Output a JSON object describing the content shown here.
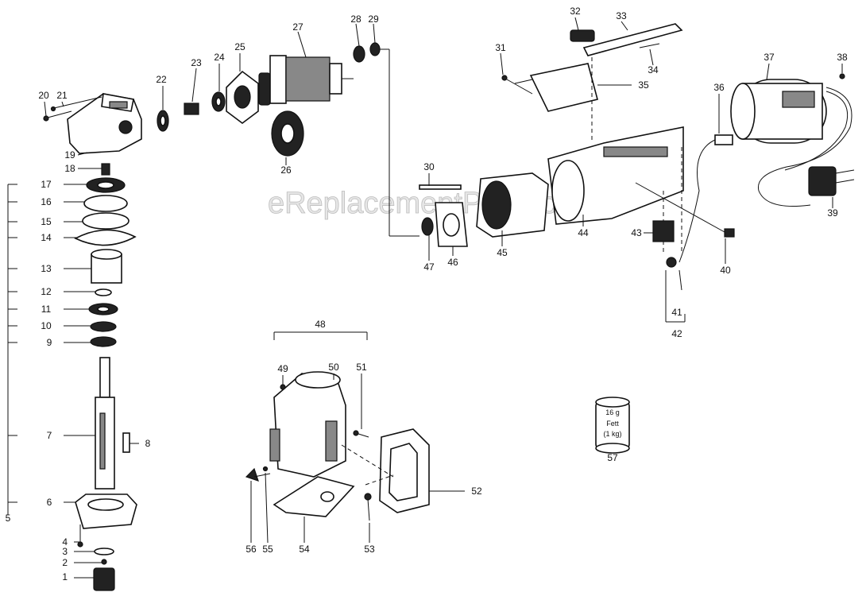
{
  "watermark": "eReplacementParts.com",
  "callouts": [
    {
      "id": "p1",
      "text": "1"
    },
    {
      "id": "p2",
      "text": "2"
    },
    {
      "id": "p3",
      "text": "3"
    },
    {
      "id": "p4",
      "text": "4"
    },
    {
      "id": "p5",
      "text": "5"
    },
    {
      "id": "p6",
      "text": "6"
    },
    {
      "id": "p7",
      "text": "7"
    },
    {
      "id": "p8",
      "text": "8"
    },
    {
      "id": "p9",
      "text": "9"
    },
    {
      "id": "p10",
      "text": "10"
    },
    {
      "id": "p11",
      "text": "11"
    },
    {
      "id": "p12",
      "text": "12"
    },
    {
      "id": "p13",
      "text": "13"
    },
    {
      "id": "p14",
      "text": "14"
    },
    {
      "id": "p15",
      "text": "15"
    },
    {
      "id": "p16",
      "text": "16"
    },
    {
      "id": "p17",
      "text": "17"
    },
    {
      "id": "p18",
      "text": "18"
    },
    {
      "id": "p19",
      "text": "19"
    },
    {
      "id": "p20",
      "text": "20"
    },
    {
      "id": "p21",
      "text": "21"
    },
    {
      "id": "p22",
      "text": "22"
    },
    {
      "id": "p23",
      "text": "23"
    },
    {
      "id": "p24",
      "text": "24"
    },
    {
      "id": "p25",
      "text": "25"
    },
    {
      "id": "p26",
      "text": "26"
    },
    {
      "id": "p27",
      "text": "27"
    },
    {
      "id": "p28",
      "text": "28"
    },
    {
      "id": "p29",
      "text": "29"
    },
    {
      "id": "p30",
      "text": "30"
    },
    {
      "id": "p31",
      "text": "31"
    },
    {
      "id": "p32",
      "text": "32"
    },
    {
      "id": "p33",
      "text": "33"
    },
    {
      "id": "p34",
      "text": "34"
    },
    {
      "id": "p35",
      "text": "35"
    },
    {
      "id": "p36",
      "text": "36"
    },
    {
      "id": "p37",
      "text": "37"
    },
    {
      "id": "p38",
      "text": "38"
    },
    {
      "id": "p39",
      "text": "39"
    },
    {
      "id": "p40",
      "text": "40"
    },
    {
      "id": "p41",
      "text": "41"
    },
    {
      "id": "p42",
      "text": "42"
    },
    {
      "id": "p43",
      "text": "43"
    },
    {
      "id": "p44",
      "text": "44"
    },
    {
      "id": "p45",
      "text": "45"
    },
    {
      "id": "p46",
      "text": "46"
    },
    {
      "id": "p47",
      "text": "47"
    },
    {
      "id": "p48",
      "text": "48"
    },
    {
      "id": "p49",
      "text": "49"
    },
    {
      "id": "p50",
      "text": "50"
    },
    {
      "id": "p51",
      "text": "51"
    },
    {
      "id": "p52",
      "text": "52"
    },
    {
      "id": "p53",
      "text": "53"
    },
    {
      "id": "p54",
      "text": "54"
    },
    {
      "id": "p55",
      "text": "55"
    },
    {
      "id": "p56",
      "text": "56"
    },
    {
      "id": "p57",
      "text": "57"
    }
  ],
  "grease_can": {
    "line1": "16 g",
    "line2": "Fett",
    "line3": "(1 kg)"
  }
}
